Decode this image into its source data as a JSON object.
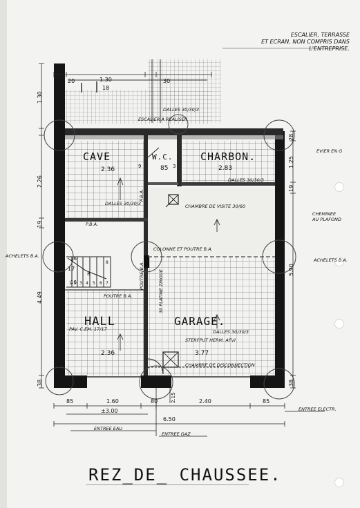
{
  "header_note": "ESCALIER, TERRASSE\nET ECRAN, NON COMPRIS DANS\nL'ENTREPRISE.",
  "title": "REZ_DE_ CHAUSSEE.",
  "rooms": {
    "cave": {
      "name": "CAVE",
      "area": "2.36"
    },
    "wc": {
      "name": "W.C.",
      "area": "85"
    },
    "charbon": {
      "name": "CHARBON.",
      "area": "2.83"
    },
    "hall": {
      "name": "HALL",
      "area": "2.36"
    },
    "garage": {
      "name": "GARAGE.",
      "area": "3.77"
    }
  },
  "notes": {
    "dalles_top": "DALLES 30/30/3",
    "escalier_note": "ESCALIER A REALISER",
    "dalles_cave": "DALLES 30/30/3",
    "dalles_charbon": "DALLES 30/30/3",
    "chambre_visite": "CHAMBRE DE VISITE 30/60",
    "pba": "P.B.A.",
    "colonne": "COLONNE ET POUTRE B.A.",
    "poutre_ba": "POUTRE B.A.",
    "pav_hall": "PAV. C.EM. 17/17",
    "dalles_garage": "DALLES 30/30/3",
    "sterfput": "STERFPUT HERM. AFVI",
    "chambre_disconnection": "CHAMBRE DE DISCONNECTION",
    "evier": "EVIER EN G",
    "cheminee": "CHEMINEE AU PLAFOND",
    "achelets_left": "ACHELETS B.A.",
    "achelets_right": "ACHELETS B.A.",
    "entree_eau": "ENTREE EAU",
    "entree_gaz": "ENTREE GAZ",
    "entree_elec": "ENTREE ELECTR.",
    "pba_vertical": "P.B.A.",
    "porte_ba": "POUTRE B.A.",
    "cote_garage": "30 PLATINE ZINGUE"
  },
  "dimensions": {
    "top_left": "20",
    "top_1": "1.30",
    "top_2": "18",
    "top_3": "30",
    "left_1": "1.30",
    "left_2": "2.26",
    "left_3": "19",
    "left_4": "4.49",
    "left_5": "38",
    "left_6": "17",
    "right_1": "28",
    "right_2": "1.25",
    "right_3": "19",
    "right_4": "5.90",
    "right_5": "38",
    "bottom_1": "85",
    "bottom_2": "1.60",
    "bottom_3": "80",
    "bottom_4": "2.40",
    "bottom_5": "85",
    "bottom_sub": "±3.00",
    "bottom_total": "6.50",
    "stair_top": "16",
    "stair_mid": "8",
    "stair_low": "16",
    "wc_dim": "9",
    "wc_small": "3",
    "garage_height": "2.15"
  },
  "stair_steps": [
    "1",
    "2",
    "3",
    "4",
    "5",
    "6",
    "7",
    "8"
  ]
}
